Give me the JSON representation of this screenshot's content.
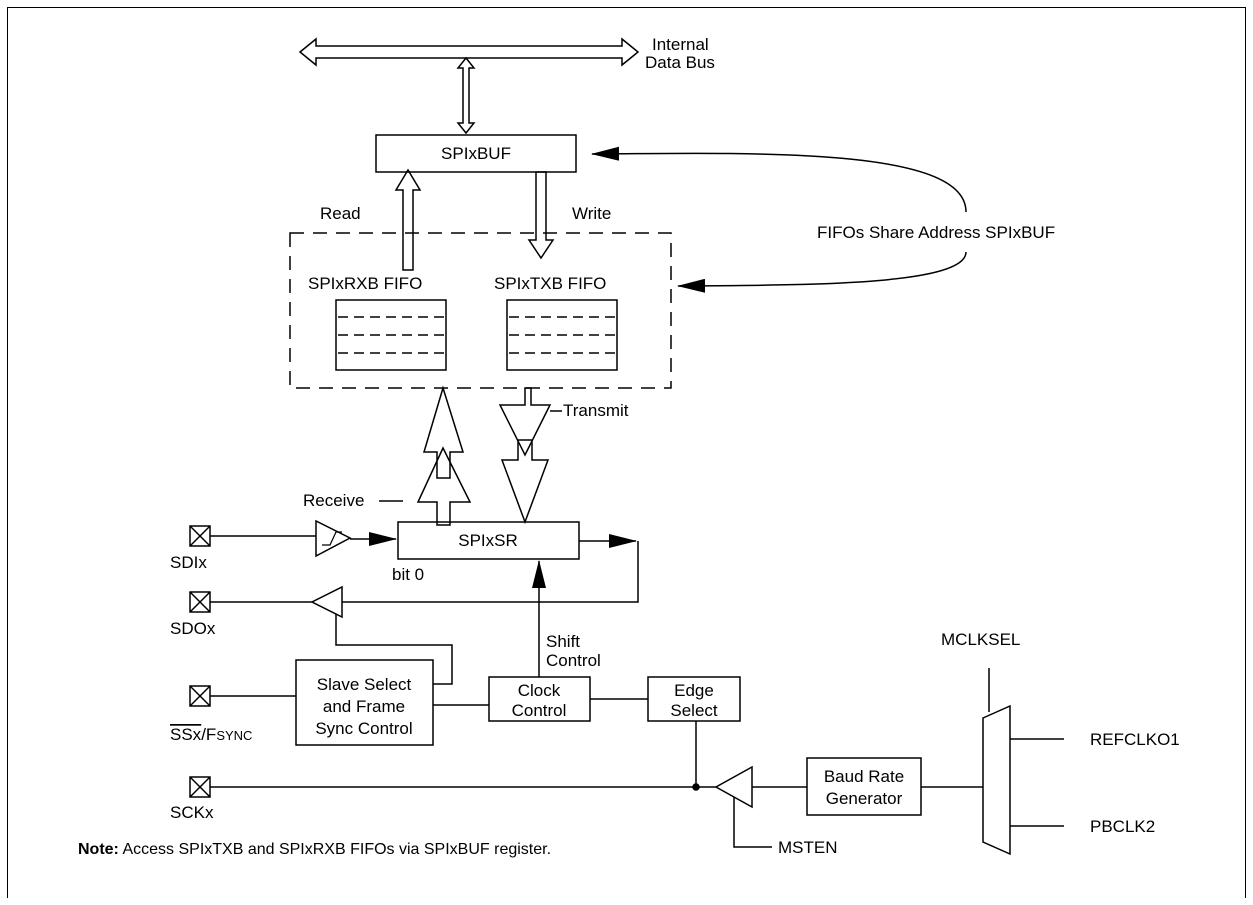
{
  "bus_label": [
    "Internal",
    "Data Bus"
  ],
  "spixbuf": "SPIxBUF",
  "read_label": "Read",
  "write_label": "Write",
  "fifo_share_label": "FIFOs Share Address SPIxBUF",
  "rx_fifo": "SPIxRXB FIFO",
  "tx_fifo": "SPIxTXB FIFO",
  "transmit_label": "Transmit",
  "receive_label": "Receive",
  "spixsr": "SPIxSR",
  "bit0": "bit 0",
  "shift_control": [
    "Shift",
    "Control"
  ],
  "pins": {
    "sdi": "SDIx",
    "sdo": "SDOx",
    "ss": "SSx",
    "fsync_f": "F",
    "fsync_rest": "SYNC",
    "sck": "SCKx"
  },
  "slave_select": [
    "Slave Select",
    "and Frame",
    "Sync Control"
  ],
  "clock_control": [
    "Clock",
    "Control"
  ],
  "edge_select": [
    "Edge",
    "Select"
  ],
  "baud_rate": [
    "Baud Rate",
    "Generator"
  ],
  "mclksel": "MCLKSEL",
  "refclko1": "REFCLKO1",
  "pbclk2": "PBCLK2",
  "msten": "MSTEN",
  "note_bold": "Note:",
  "note_text": " Access SPIxTXB and SPIxRXB FIFOs via SPIxBUF register."
}
